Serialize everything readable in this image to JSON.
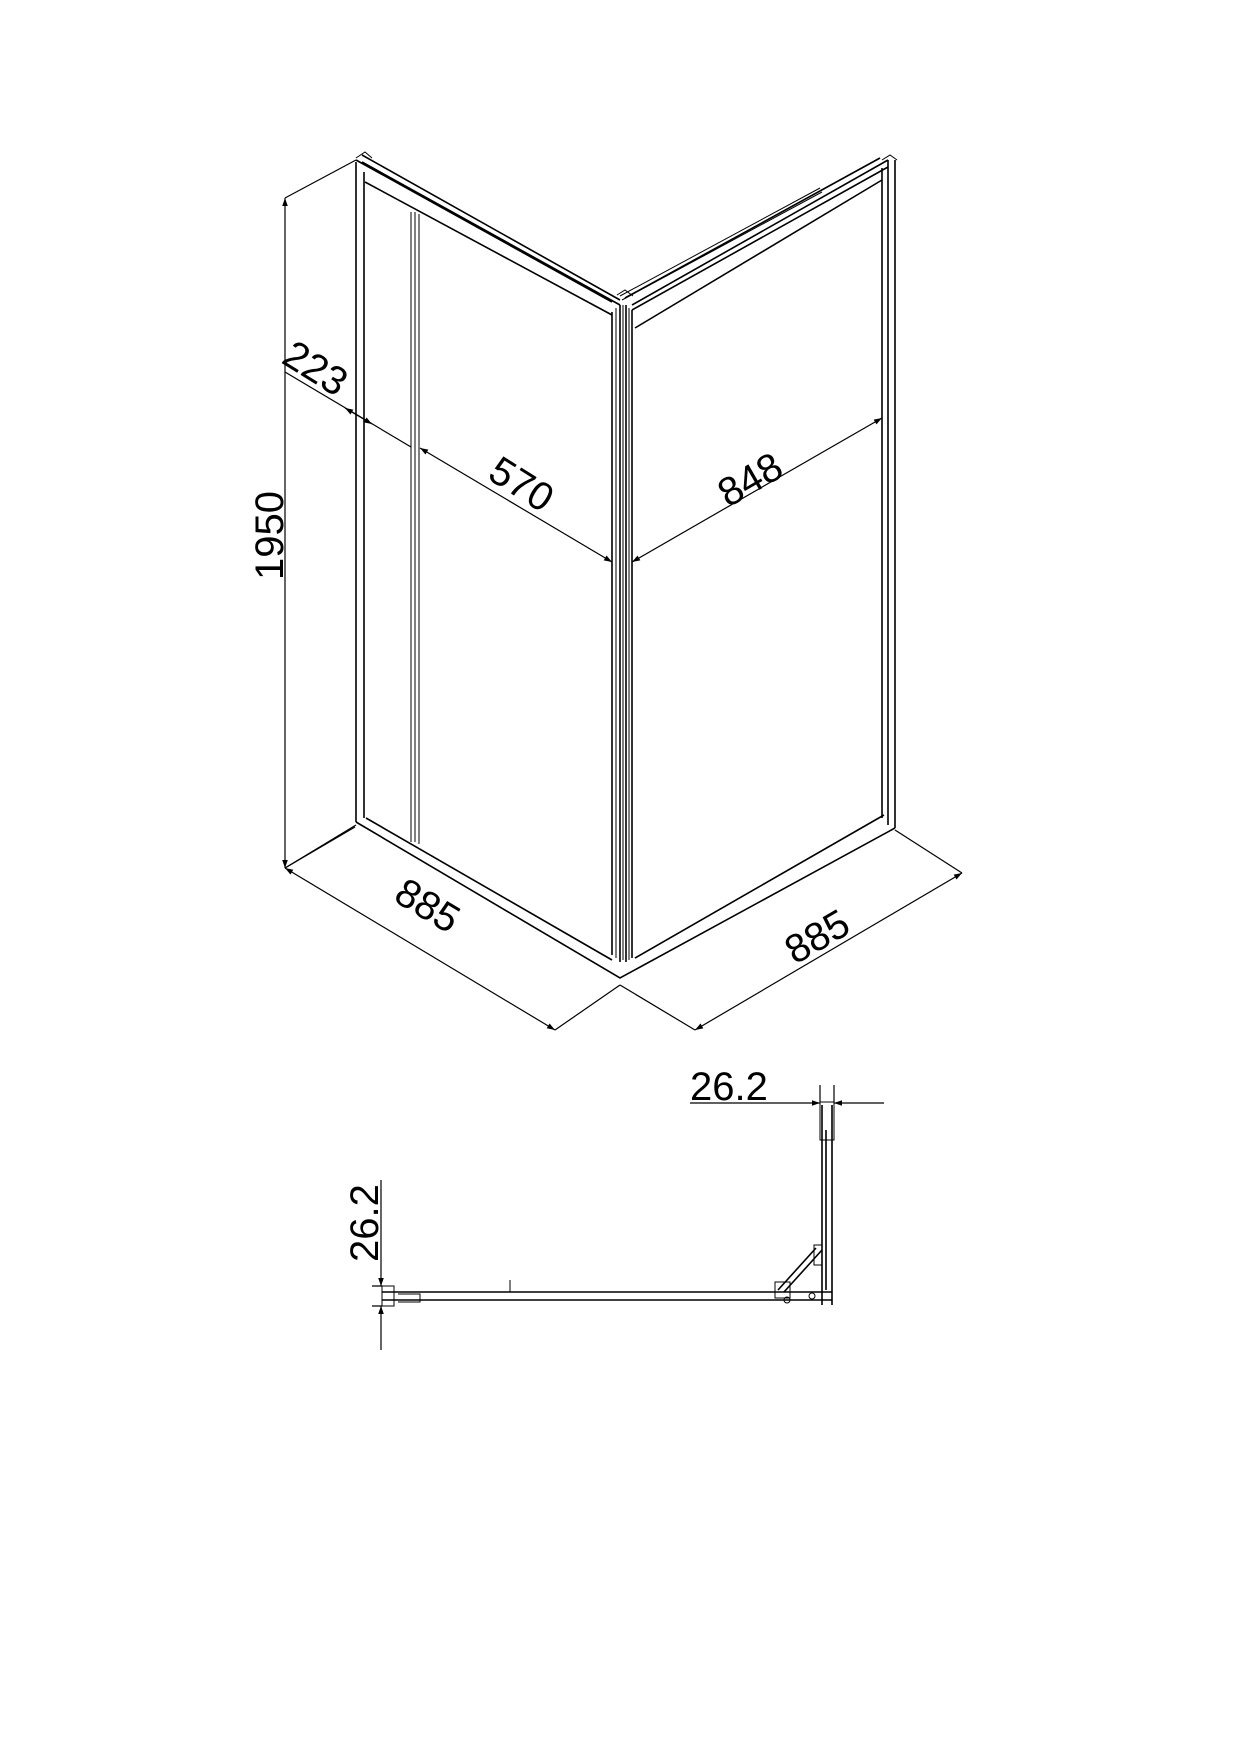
{
  "drawing": {
    "isometric_view": {
      "height_dim": "1950",
      "fixed_panel_dim": "223",
      "door_opening_dim": "570",
      "side_panel_dim": "848",
      "left_width_dim": "885",
      "right_width_dim": "885"
    },
    "plan_view": {
      "top_profile_dim": "26.2",
      "left_profile_dim": "26.2"
    }
  }
}
